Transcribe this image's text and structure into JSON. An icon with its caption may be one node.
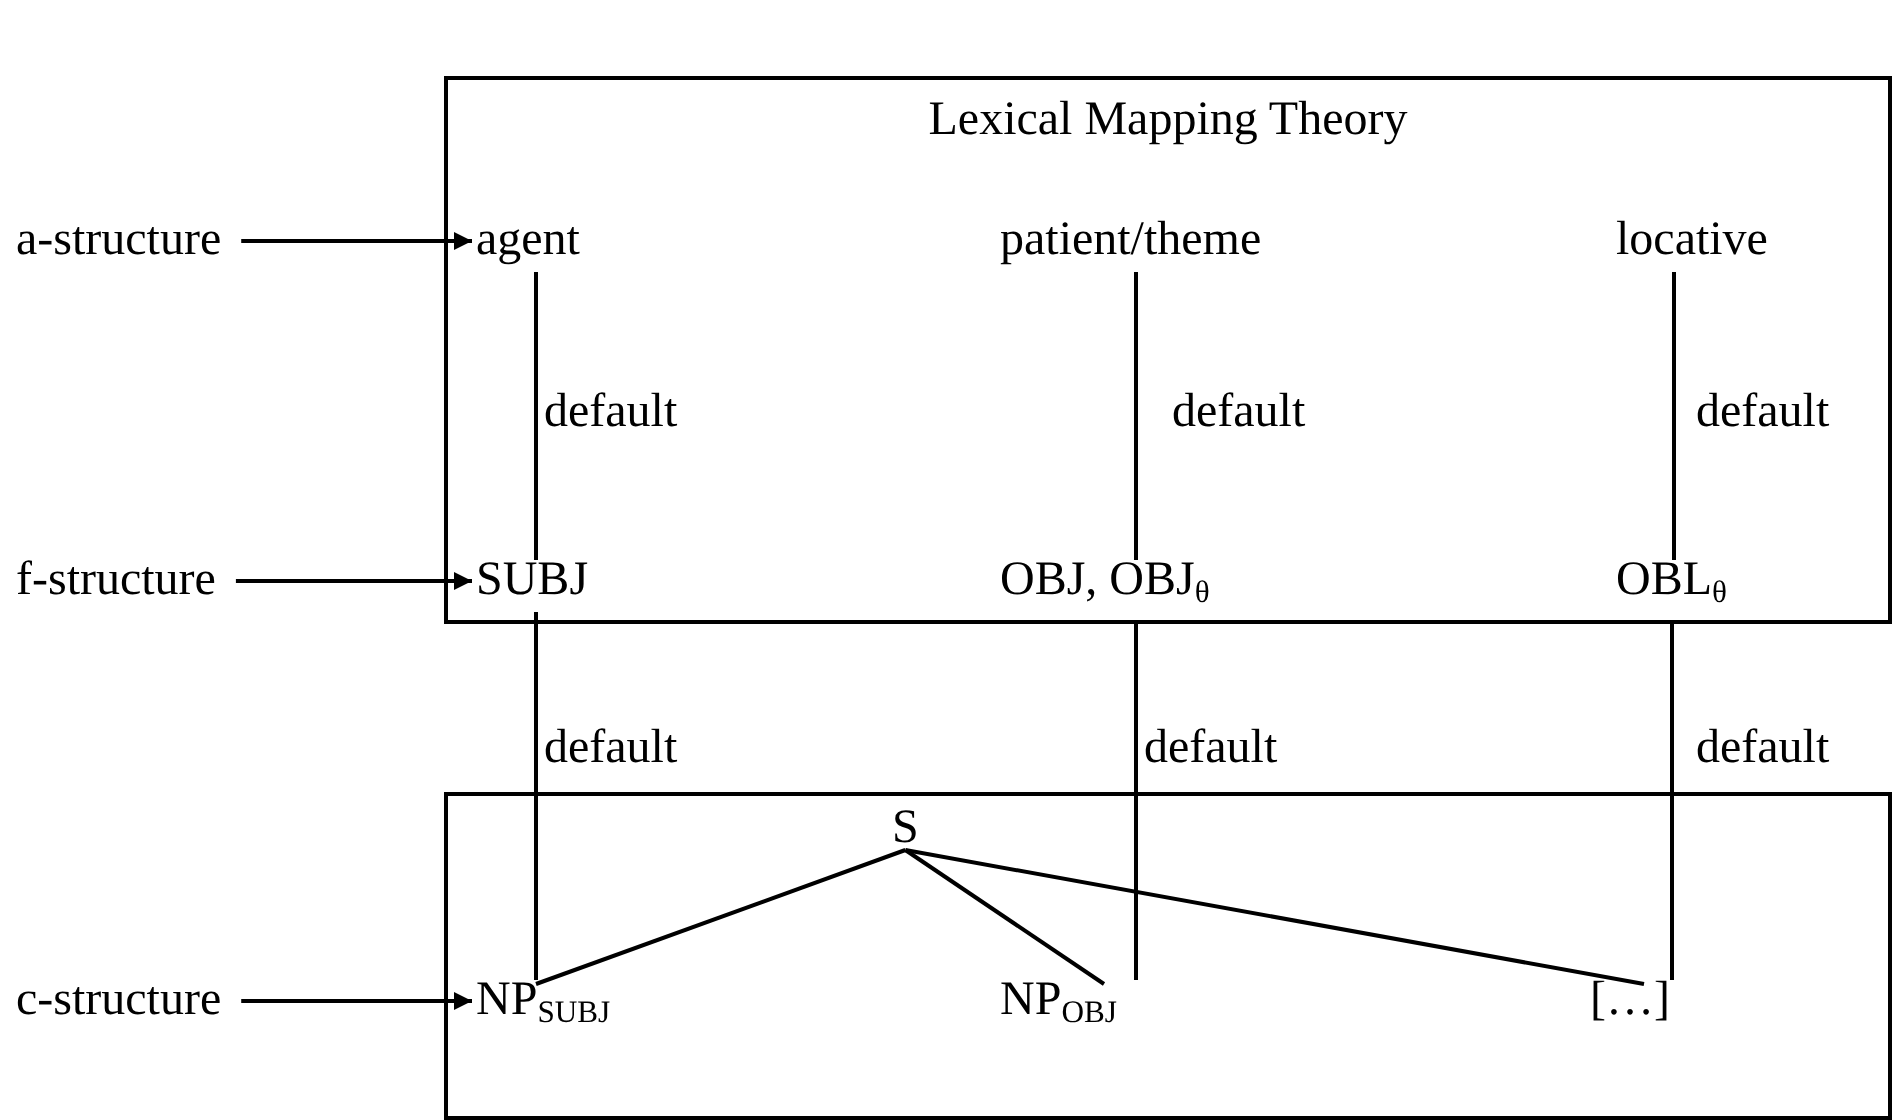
{
  "diagram": {
    "nodes": [
      {
        "text": [
          "Lexical Mapping Theory"
        ]
      },
      {
        "text": [
          "a-structure"
        ]
      },
      {
        "text": [
          "agent"
        ],
        "in": 0
      },
      {
        "text": [
          "patient/theme"
        ],
        "in": 0
      },
      {
        "text": [
          "locative"
        ],
        "in": 0
      },
      {
        "text": [
          "f-structure"
        ]
      },
      {
        "text": [
          "SUBJ"
        ],
        "in": 0
      },
      {
        "text": [
          "OBJ, OBJ$_{θ}$"
        ],
        "in": 0
      },
      {
        "text": [
          "OBL$_{θ}$"
        ],
        "in": 0
      },
      {
        "text": [],
        "shape": "box"
      },
      {
        "text": [
          "c-structure"
        ]
      },
      {
        "text": [
          "S"
        ],
        "in": 9
      },
      {
        "text": [
          "NP$_{SUBJ}$"
        ],
        "in": 9
      },
      {
        "text": [
          "NP$_{OBJ}$"
        ],
        "in": 9
      },
      {
        "text": [
          "[…]"
        ],
        "in": 9
      }
    ],
    "edges": [
      {
        "from": 1,
        "to": 2,
        "arrow": "to"
      },
      {
        "from": 5,
        "to": 6,
        "arrow": "to"
      },
      {
        "from": 10,
        "to": 12,
        "arrow": "to"
      },
      {
        "from": 2,
        "to": 6,
        "arrow": "none",
        "label": "default"
      },
      {
        "from": 3,
        "to": 7,
        "arrow": "none",
        "label": "default"
      },
      {
        "from": 4,
        "to": 8,
        "arrow": "none",
        "label": "default"
      },
      {
        "from": 6,
        "to": 12,
        "arrow": "none",
        "label": "default"
      },
      {
        "from": 7,
        "to": 13,
        "arrow": "none",
        "label": "default"
      },
      {
        "from": 8,
        "to": 14,
        "arrow": "none",
        "label": "default"
      },
      {
        "from": 11,
        "to": 12,
        "arrow": "none"
      },
      {
        "from": 11,
        "to": 13,
        "arrow": "none"
      },
      {
        "from": 11,
        "to": 14,
        "arrow": "none"
      }
    ]
  }
}
